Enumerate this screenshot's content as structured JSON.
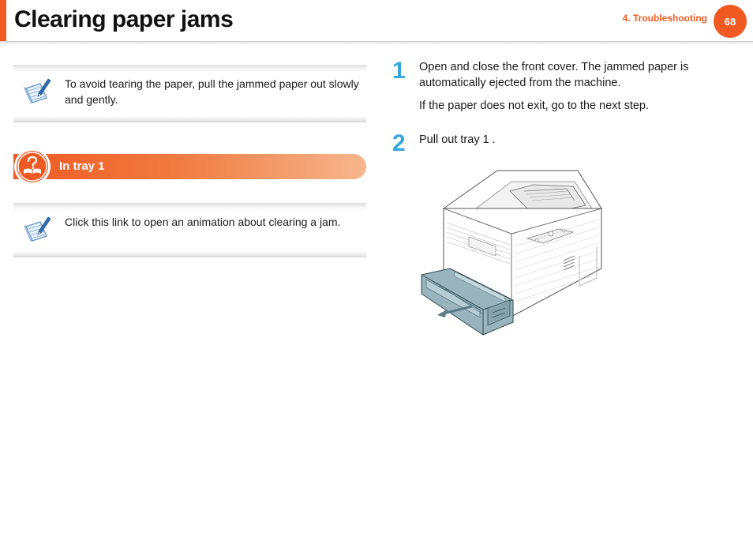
{
  "header": {
    "title": "Clearing paper jams",
    "section": "4.  Troubleshooting",
    "page_number": "68"
  },
  "notes": [
    {
      "text": "To avoid tearing the paper, pull the jammed paper out slowly and gently."
    },
    {
      "text": "Click this link to open an animation about clearing a jam."
    }
  ],
  "section": {
    "title": "In tray 1"
  },
  "steps": [
    {
      "number": "1",
      "text": "Open and close the front cover. The jammed paper is automatically ejected from the machine.",
      "subtext": "If the paper does not exit, go to the next step."
    },
    {
      "number": "2",
      "text": "Pull out tray 1 ."
    }
  ],
  "colors": {
    "accent": "#f05a22",
    "step_number": "#3aa8de"
  }
}
